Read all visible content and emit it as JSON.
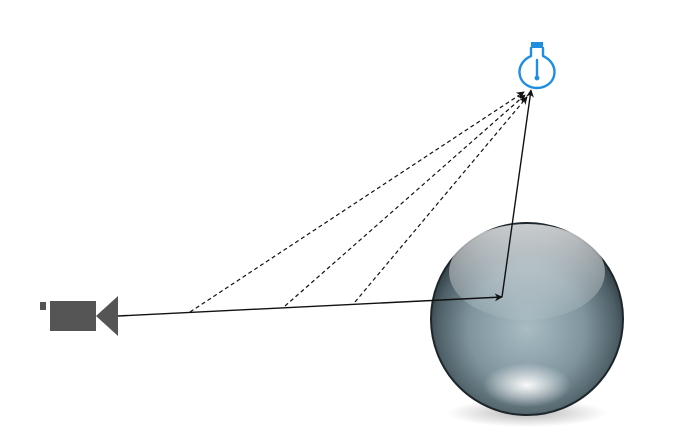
{
  "diagram": {
    "nodes": [
      {
        "id": "camera",
        "icon": "video-camera-icon",
        "color": "#555555"
      },
      {
        "id": "sphere",
        "icon": "glass-sphere",
        "color": "#7d929b"
      },
      {
        "id": "light",
        "icon": "light-bulb-icon",
        "color": "#1e8fe0"
      }
    ],
    "rays": [
      {
        "id": "primary-ray",
        "from": "camera",
        "to": "sphere",
        "style": "solid"
      },
      {
        "id": "reflected-ray",
        "from": "sphere",
        "to": "light",
        "style": "solid"
      },
      {
        "id": "shadow-ray-1",
        "from": "camera",
        "to": "light",
        "style": "dashed"
      },
      {
        "id": "shadow-ray-2",
        "from": "camera",
        "to": "light",
        "style": "dashed"
      },
      {
        "id": "shadow-ray-3",
        "from": "camera",
        "to": "light",
        "style": "dashed"
      }
    ],
    "line_color": "#111111"
  }
}
